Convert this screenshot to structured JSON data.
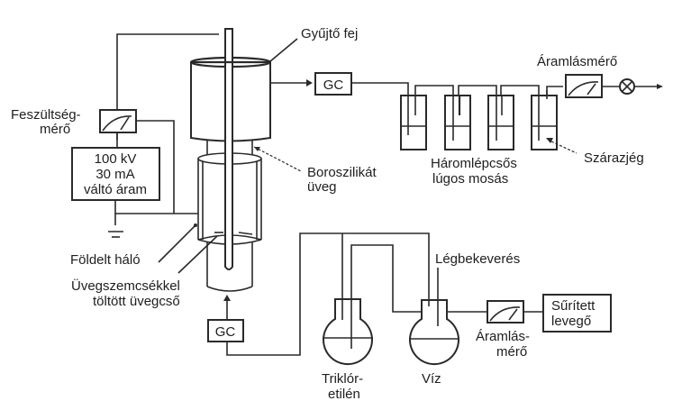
{
  "diagram": {
    "labels": {
      "collector_head": "Gyűjtő fej",
      "voltmeter_line1": "Feszültség-",
      "voltmeter_line2": "mérő",
      "power_line1": "100 kV",
      "power_line2": "30 mA",
      "power_line3": "váltó áram",
      "borosilicate_line1": "Boroszilikát",
      "borosilicate_line2": "üveg",
      "grounded_mesh": "Földelt háló",
      "glass_bead_tube_line1": "Üvegszemcsékkel",
      "glass_bead_tube_line2": "töltött üvegcső",
      "gc_top": "GC",
      "gc_bottom": "GC",
      "scrubber_line1": "Háromlépcsős",
      "scrubber_line2": "lúgos mosás",
      "dry_ice": "Szárazjég",
      "flowmeter_top": "Áramlásmérő",
      "air_mixing": "Légbekeverés",
      "tce_line1": "Triklór-",
      "tce_line2": "etilén",
      "water": "Víz",
      "flowmeter_bottom_line1": "Áramlás-",
      "flowmeter_bottom_line2": "mérő",
      "compressed_air_line1": "Sűrített",
      "compressed_air_line2": "levegő"
    },
    "components": [
      "collector-head",
      "reactor-tube",
      "central-electrode",
      "grounded-mesh",
      "voltmeter",
      "power-supply",
      "ground-symbol",
      "gc-outlet",
      "gc-inlet",
      "wash-bottle-1",
      "wash-bottle-2",
      "wash-bottle-3",
      "dry-ice-trap",
      "flowmeter-outlet",
      "valve-outlet",
      "flask-trichloroethylene",
      "flask-water",
      "flowmeter-inlet",
      "compressed-air-source"
    ]
  }
}
